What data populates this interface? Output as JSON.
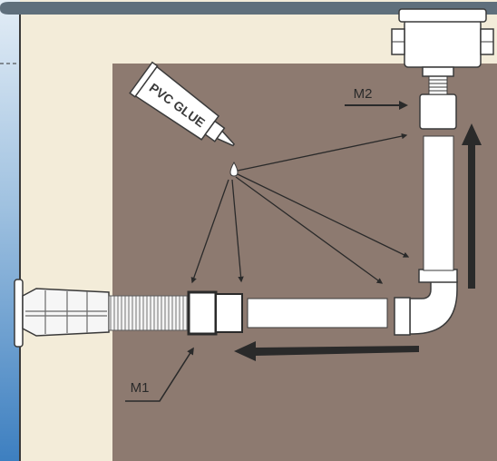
{
  "labels": {
    "glue": "PVC GLUE",
    "m1": "M1",
    "m2": "M2"
  },
  "colors": {
    "ground": "#8d7a70",
    "panel": "#f3ecd9",
    "water_top": "#cfe0ef",
    "water_bottom": "#3d7fc0",
    "pipe": "#ffffff",
    "outline": "#3a3a3a",
    "arrow": "#2a2a2a"
  },
  "icons": [
    "glue-tube-icon",
    "glue-drop-icon",
    "filter-nozzle-icon",
    "corrugated-hose-icon",
    "skimmer-box-icon"
  ]
}
